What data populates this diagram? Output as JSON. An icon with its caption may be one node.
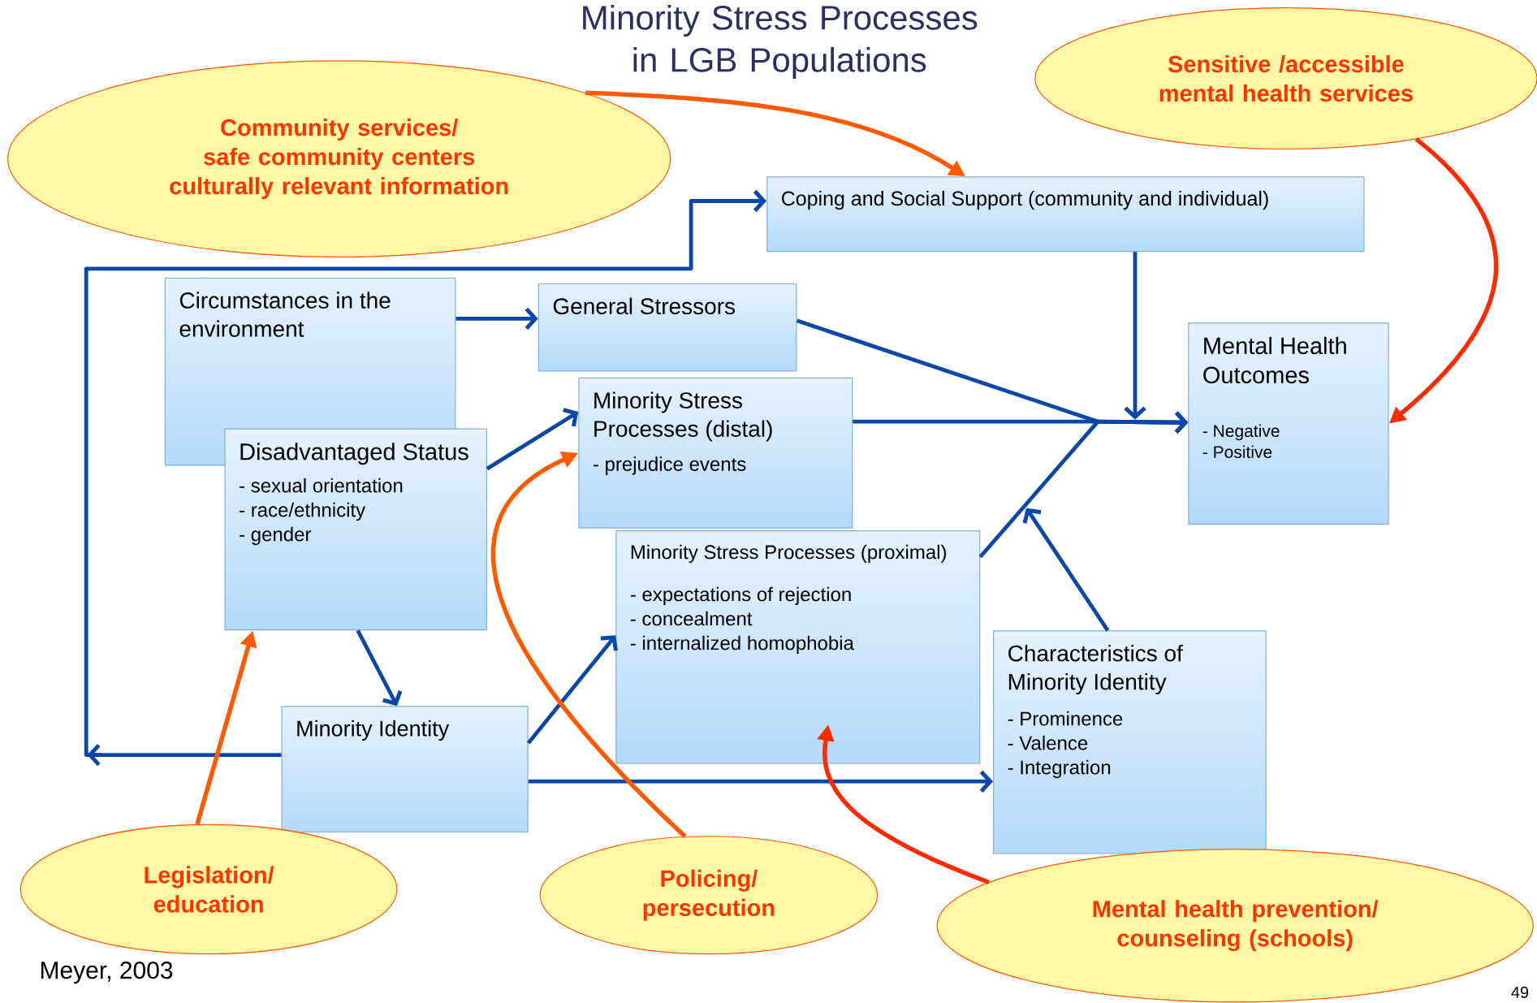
{
  "diagram": {
    "title": "Minority Stress Processes in LGB Populations",
    "nodes": [
      {
        "text": [
          "Community services/ safe community centers culturally relevant information"
        ]
      },
      {
        "text": [
          "Sensitive /accessible mental health services"
        ]
      },
      {
        "text": [
          "Coping and Social Support (community and individual)"
        ]
      },
      {
        "text": [
          "Circumstances in the environment"
        ]
      },
      {
        "text": [
          "General Stressors"
        ]
      },
      {
        "text": [
          "Minority Stress Processes (distal)",
          "- prejudice events"
        ]
      },
      {
        "text": [
          "Disadvantaged Status",
          "- sexual orientation",
          "- race/ethnicity",
          "- gender"
        ]
      },
      {
        "text": [
          "Mental Health Outcomes",
          "- Negative",
          "- Positive"
        ]
      },
      {
        "text": [
          "Minority Stress Processes (proximal)",
          "- expectations of rejection",
          "- concealment",
          "- internalized homophobia"
        ]
      },
      {
        "text": [
          "Characteristics of Minority Identity",
          "- Prominence",
          "- Valence",
          "- Integration"
        ]
      },
      {
        "text": [
          "Minority Identity"
        ]
      },
      {
        "text": [
          "Legislation/ education"
        ]
      },
      {
        "text": [
          "Policing/ persecution"
        ]
      },
      {
        "text": [
          "Mental health prevention/ counseling (schools)"
        ]
      }
    ],
    "edges": [
      {
        "from": 3,
        "to": 4,
        "arrow": "to"
      },
      {
        "from": 6,
        "to": 5,
        "arrow": "to"
      },
      {
        "from": 6,
        "to": 10,
        "arrow": "to"
      },
      {
        "from": 10,
        "to": 8,
        "arrow": "to"
      },
      {
        "from": 10,
        "to": 9,
        "arrow": "to"
      },
      {
        "from": 10,
        "to": 2,
        "arrow": "to"
      },
      {
        "from": 4,
        "to": 7,
        "arrow": "to"
      },
      {
        "from": 5,
        "to": 7,
        "arrow": "to"
      },
      {
        "from": 8,
        "to": 7,
        "arrow": "to"
      },
      {
        "from": 2,
        "to": null,
        "arrow": "to"
      },
      {
        "from": 9,
        "to": null,
        "arrow": "to"
      },
      {
        "from": 0,
        "to": 2,
        "arrow": "to",
        "color": "#ff5a00"
      },
      {
        "from": 1,
        "to": 7,
        "arrow": "to",
        "color": "#ff2a00"
      },
      {
        "from": 11,
        "to": 6,
        "arrow": "to",
        "color": "#ff5a00"
      },
      {
        "from": 12,
        "to": 5,
        "arrow": "to",
        "color": "#ff5a00"
      },
      {
        "from": 13,
        "to": 8,
        "arrow": "to",
        "color": "#ff2a00"
      }
    ],
    "labels": [
      "Meyer, 2003",
      "49"
    ]
  }
}
